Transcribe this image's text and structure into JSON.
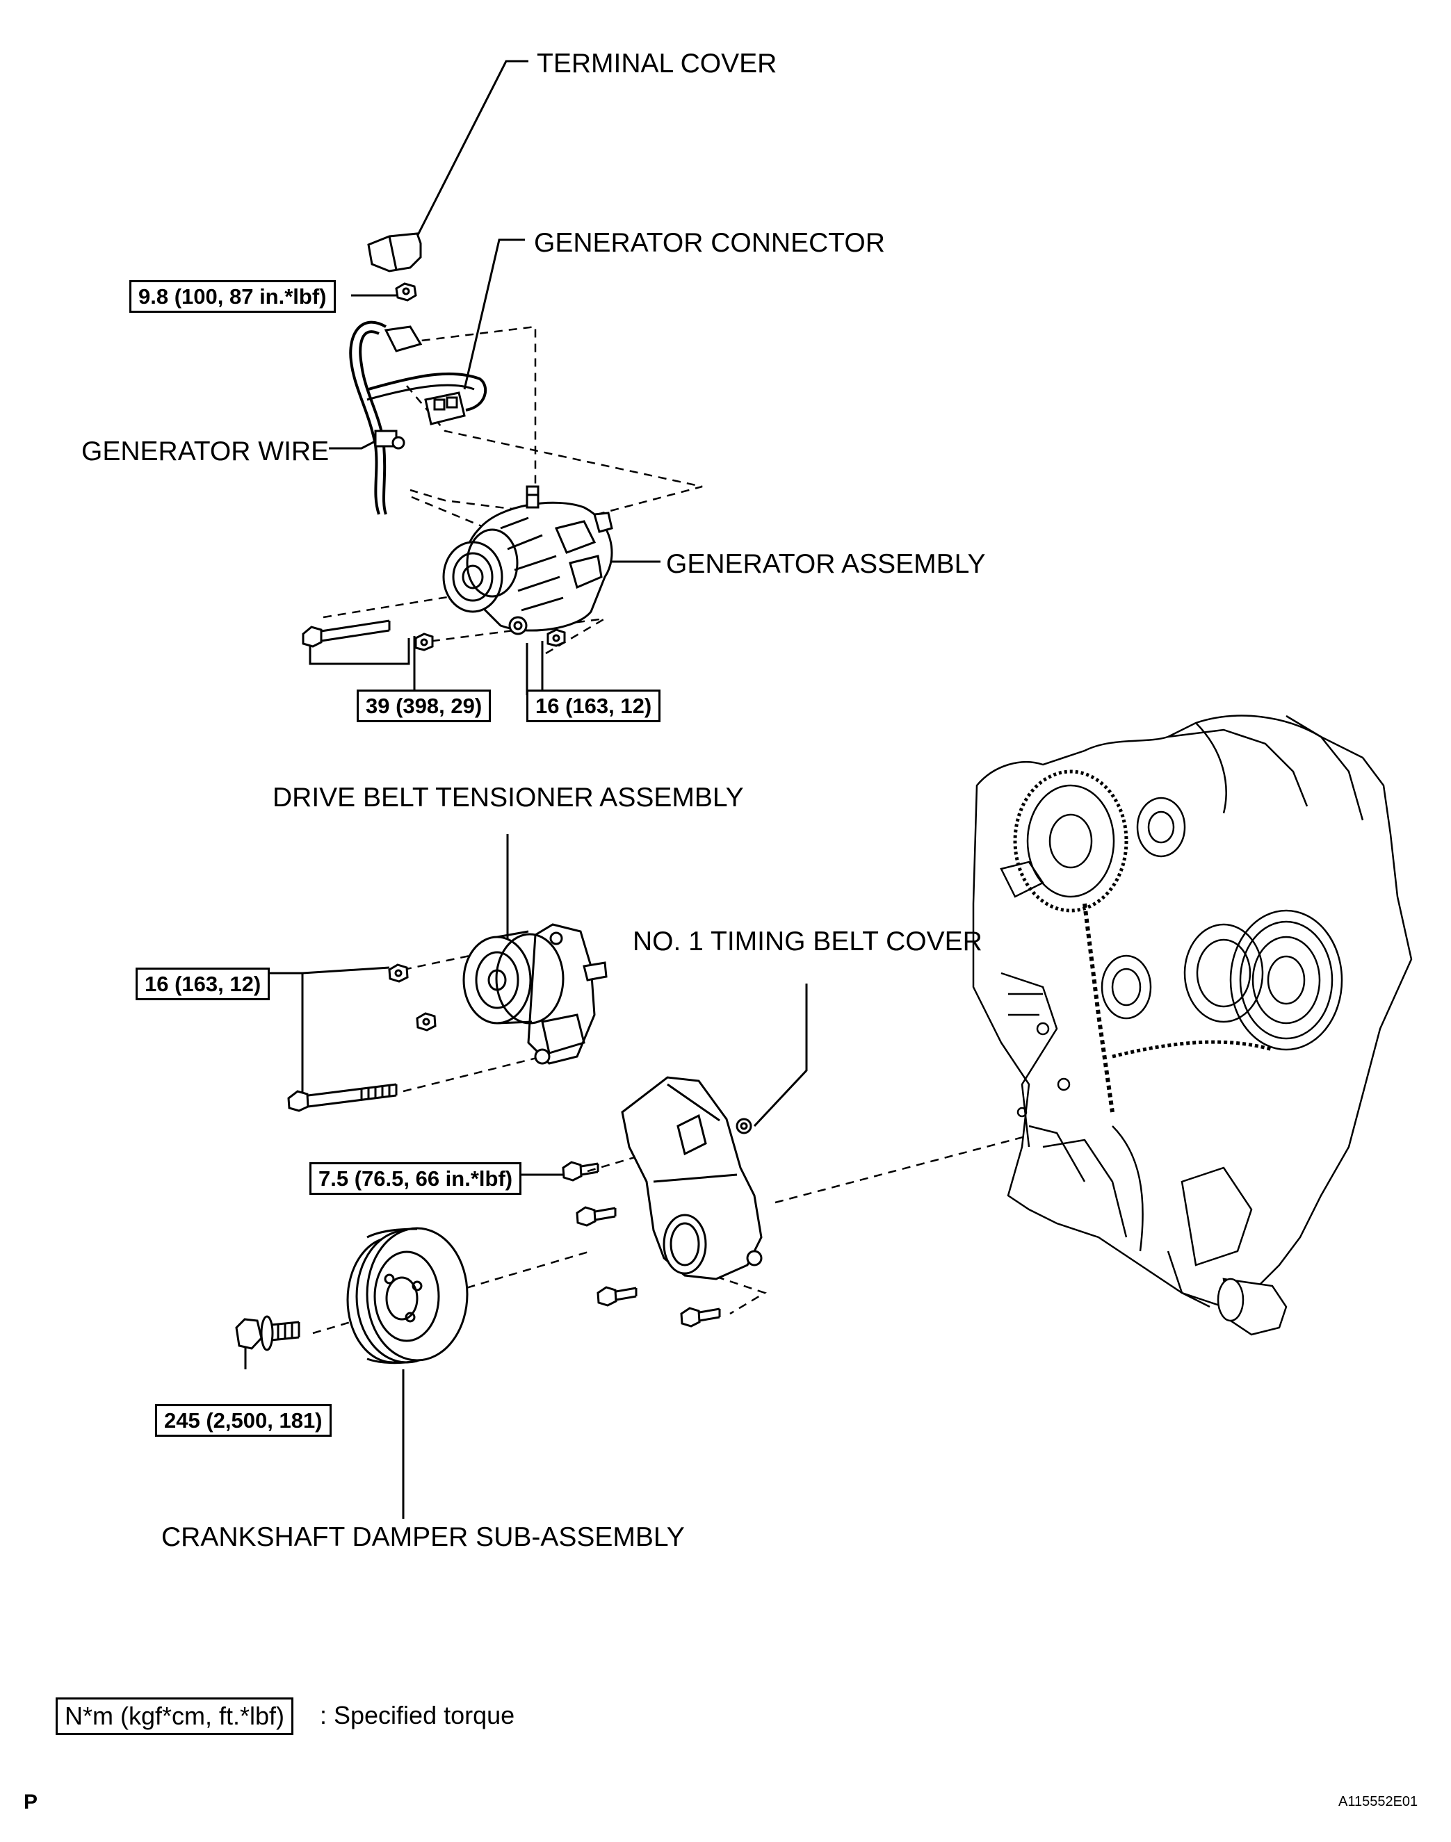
{
  "labels": {
    "terminal_cover": "TERMINAL COVER",
    "generator_connector": "GENERATOR CONNECTOR",
    "generator_wire": "GENERATOR WIRE",
    "generator_assembly": "GENERATOR ASSEMBLY",
    "drive_belt_tensioner": "DRIVE BELT TENSIONER ASSEMBLY",
    "timing_belt_cover": "NO. 1 TIMING BELT COVER",
    "crankshaft_damper": "CRANKSHAFT DAMPER SUB-ASSEMBLY"
  },
  "torques": {
    "terminal_nut": "9.8 (100, 87 in.*lbf)",
    "generator_bolt": "39 (398, 29)",
    "generator_nut": "16 (163, 12)",
    "tensioner": "16 (163, 12)",
    "timing_cover": "7.5 (76.5, 66 in.*lbf)",
    "damper_bolt": "245 (2,500, 181)"
  },
  "legend": {
    "box": "N*m (kgf*cm, ft.*lbf)",
    "text": ": Specified torque"
  },
  "footer": {
    "left": "P",
    "right": "A115552E01"
  }
}
